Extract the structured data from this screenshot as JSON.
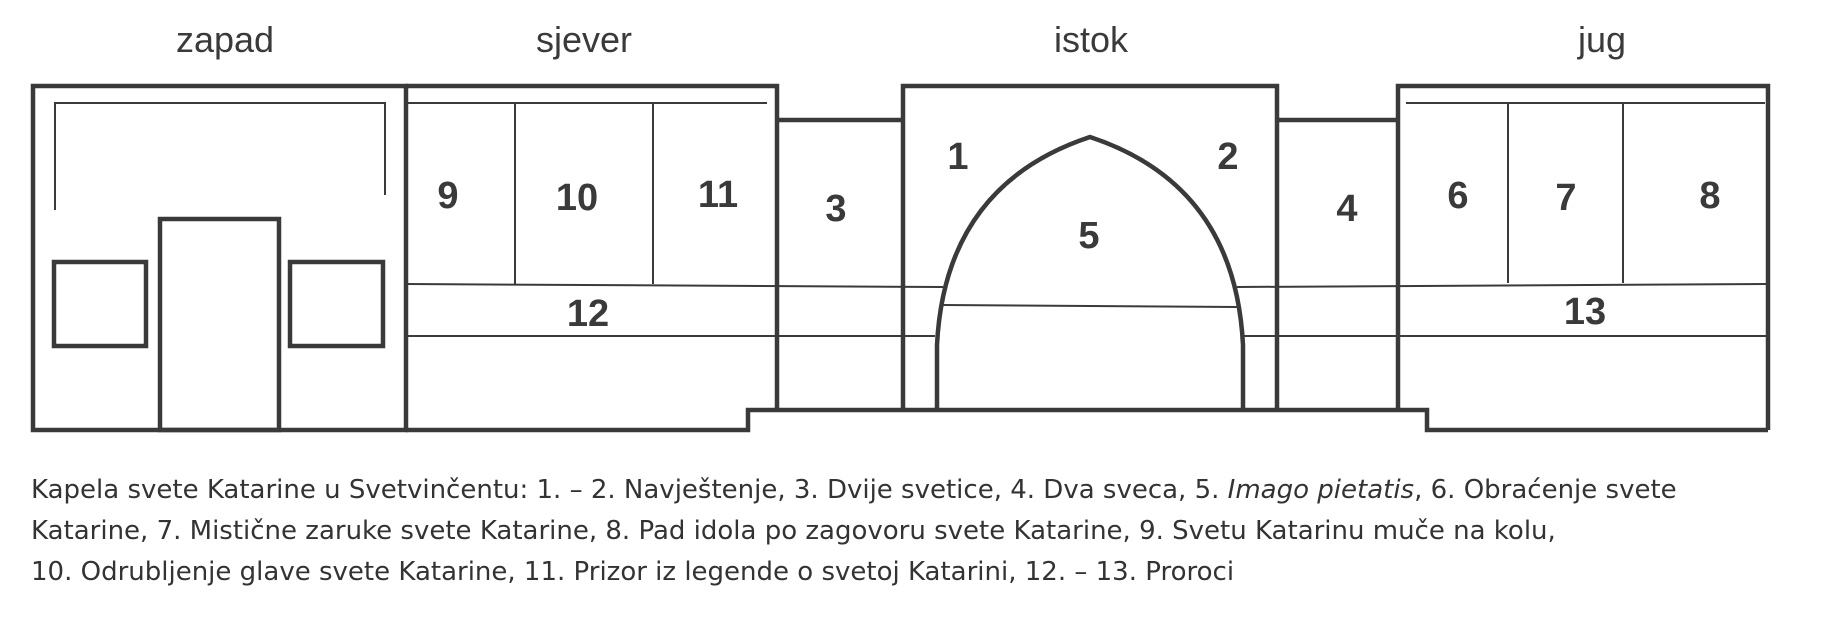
{
  "walls": {
    "west": "zapad",
    "north": "sjever",
    "east": "istok",
    "south": "jug"
  },
  "fields": {
    "f1": "1",
    "f2": "2",
    "f3": "3",
    "f4": "4",
    "f5": "5",
    "f6": "6",
    "f7": "7",
    "f8": "8",
    "f9": "9",
    "f10": "10",
    "f11": "11",
    "f12": "12",
    "f13": "13"
  },
  "caption": {
    "line1_before": "Kapela svete Katarine u Svetvinčentu: 1. – 2. Navještenje, 3.  Dvije svetice, 4. Dva sveca, 5. ",
    "line1_italic": "Imago pietatis",
    "line1_after": ", 6. Obraćenje svete",
    "line2": "Katarine, 7. Mistične zaruke svete Katarine, 8. Pad idola po zagovoru svete Katarine, 9. Svetu Katarinu muče na kolu,",
    "line3": "10. Odrubljenje glave svete Katarine, 11. Prizor iz legende o svetoj Katarini, 12. – 13. Proroci"
  }
}
